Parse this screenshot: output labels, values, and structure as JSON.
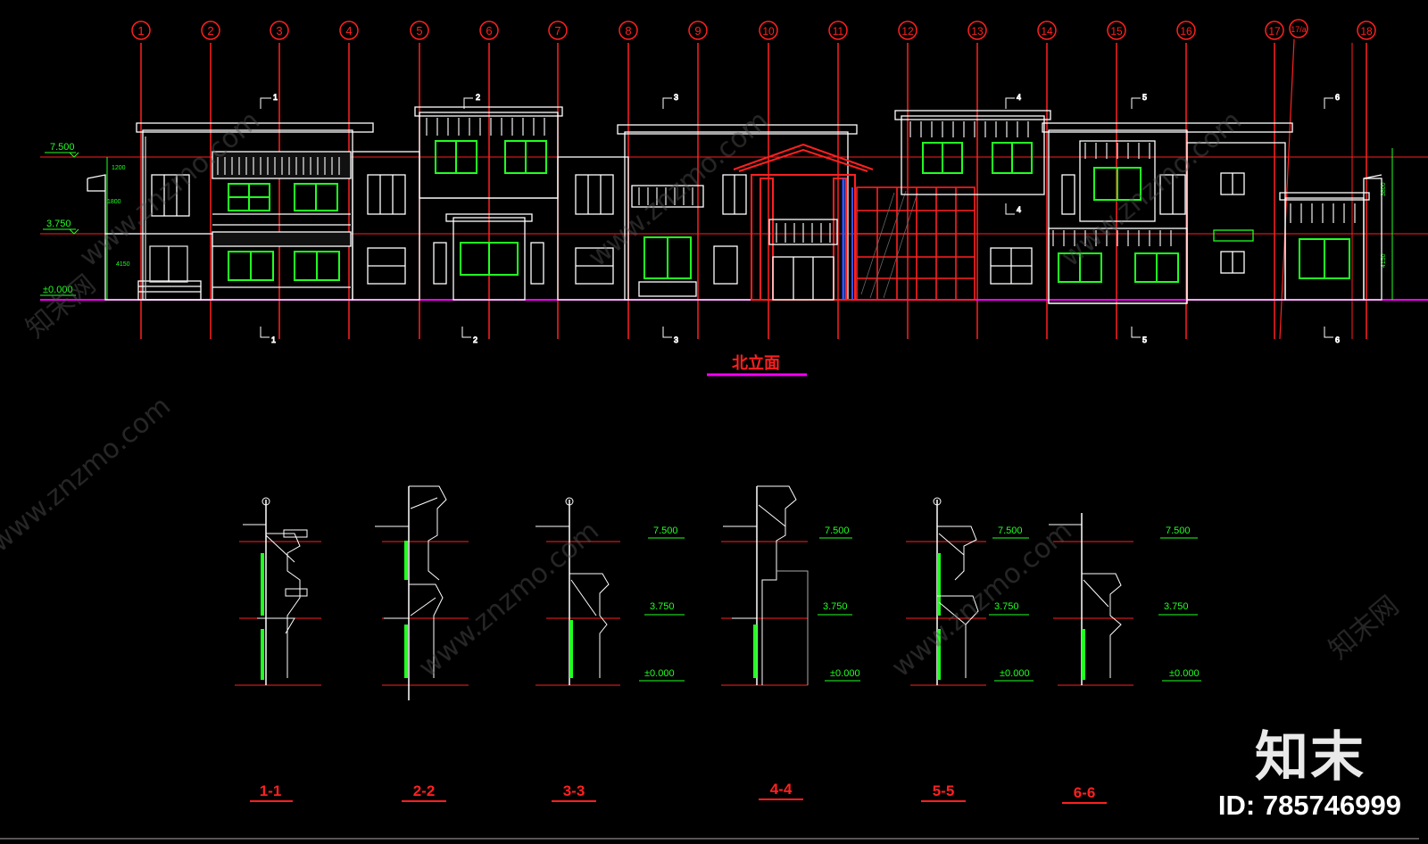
{
  "drawing": {
    "title": "北立面",
    "grid_labels": [
      "1",
      "2",
      "3",
      "4",
      "5",
      "6",
      "7",
      "8",
      "9",
      "10",
      "11",
      "12",
      "13",
      "14",
      "15",
      "16",
      "17",
      "17/a",
      "18"
    ],
    "levels": {
      "upper": "7.500",
      "middle": "3.750",
      "ground": "±0.000"
    },
    "dims": {
      "d1": "1200",
      "d2": "1800",
      "d3": "4150",
      "d4": "3800"
    },
    "section_marks_top": [
      "1",
      "2",
      "3",
      "4",
      "5",
      "6"
    ],
    "section_marks_bottom": [
      "1",
      "2",
      "3",
      "4",
      "5",
      "6"
    ],
    "sections": [
      "1-1",
      "2-2",
      "3-3",
      "4-4",
      "5-5",
      "6-6"
    ]
  },
  "watermark": {
    "brand": "知末",
    "id": "ID: 785746999",
    "site": "www.znzmo.com",
    "cn": "知末网"
  },
  "colors": {
    "background": "#000000",
    "grid": "#ff2020",
    "level": "#ff00ff",
    "wall": "#ffffff",
    "window": "#22ff22",
    "dim": "#00ff66"
  }
}
